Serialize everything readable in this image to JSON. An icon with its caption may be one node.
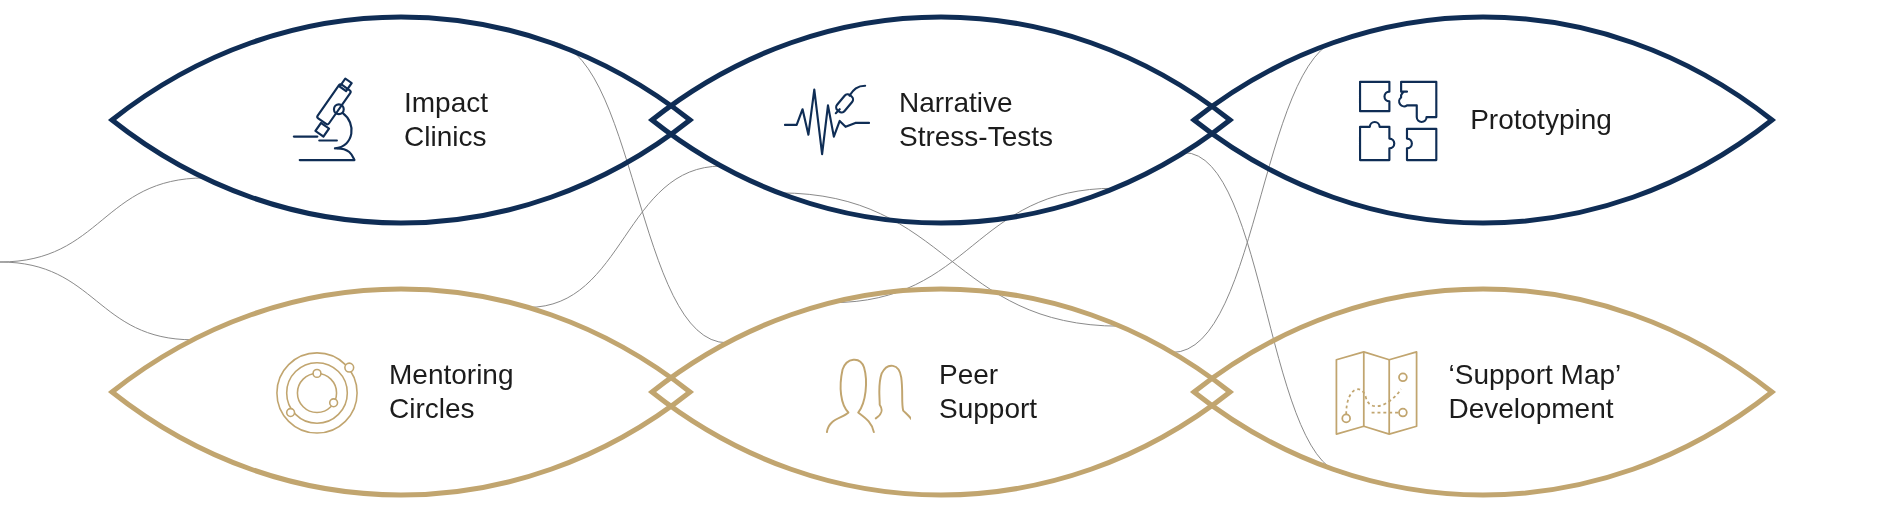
{
  "diagram": {
    "nodes": [
      {
        "text": [
          "Impact Clinics"
        ]
      },
      {
        "text": [
          "Narrative Stress-Tests"
        ]
      },
      {
        "text": [
          "Prototyping"
        ]
      },
      {
        "text": [
          "Mentoring Circles"
        ]
      },
      {
        "text": [
          "Peer Support"
        ]
      },
      {
        "text": [
          "‘Support Map’ Development"
        ]
      }
    ],
    "edges": [
      {
        "from": null,
        "to": 0,
        "arrow": "none"
      },
      {
        "from": null,
        "to": 3,
        "arrow": "none"
      },
      {
        "from": 0,
        "to": 4,
        "arrow": "none"
      },
      {
        "from": 4,
        "to": 1,
        "arrow": "none"
      },
      {
        "from": 1,
        "to": 5,
        "arrow": "none"
      },
      {
        "from": 3,
        "to": 1,
        "arrow": "none"
      },
      {
        "from": 1,
        "to": 4,
        "arrow": "none"
      },
      {
        "from": 4,
        "to": 2,
        "arrow": "none"
      }
    ]
  }
}
